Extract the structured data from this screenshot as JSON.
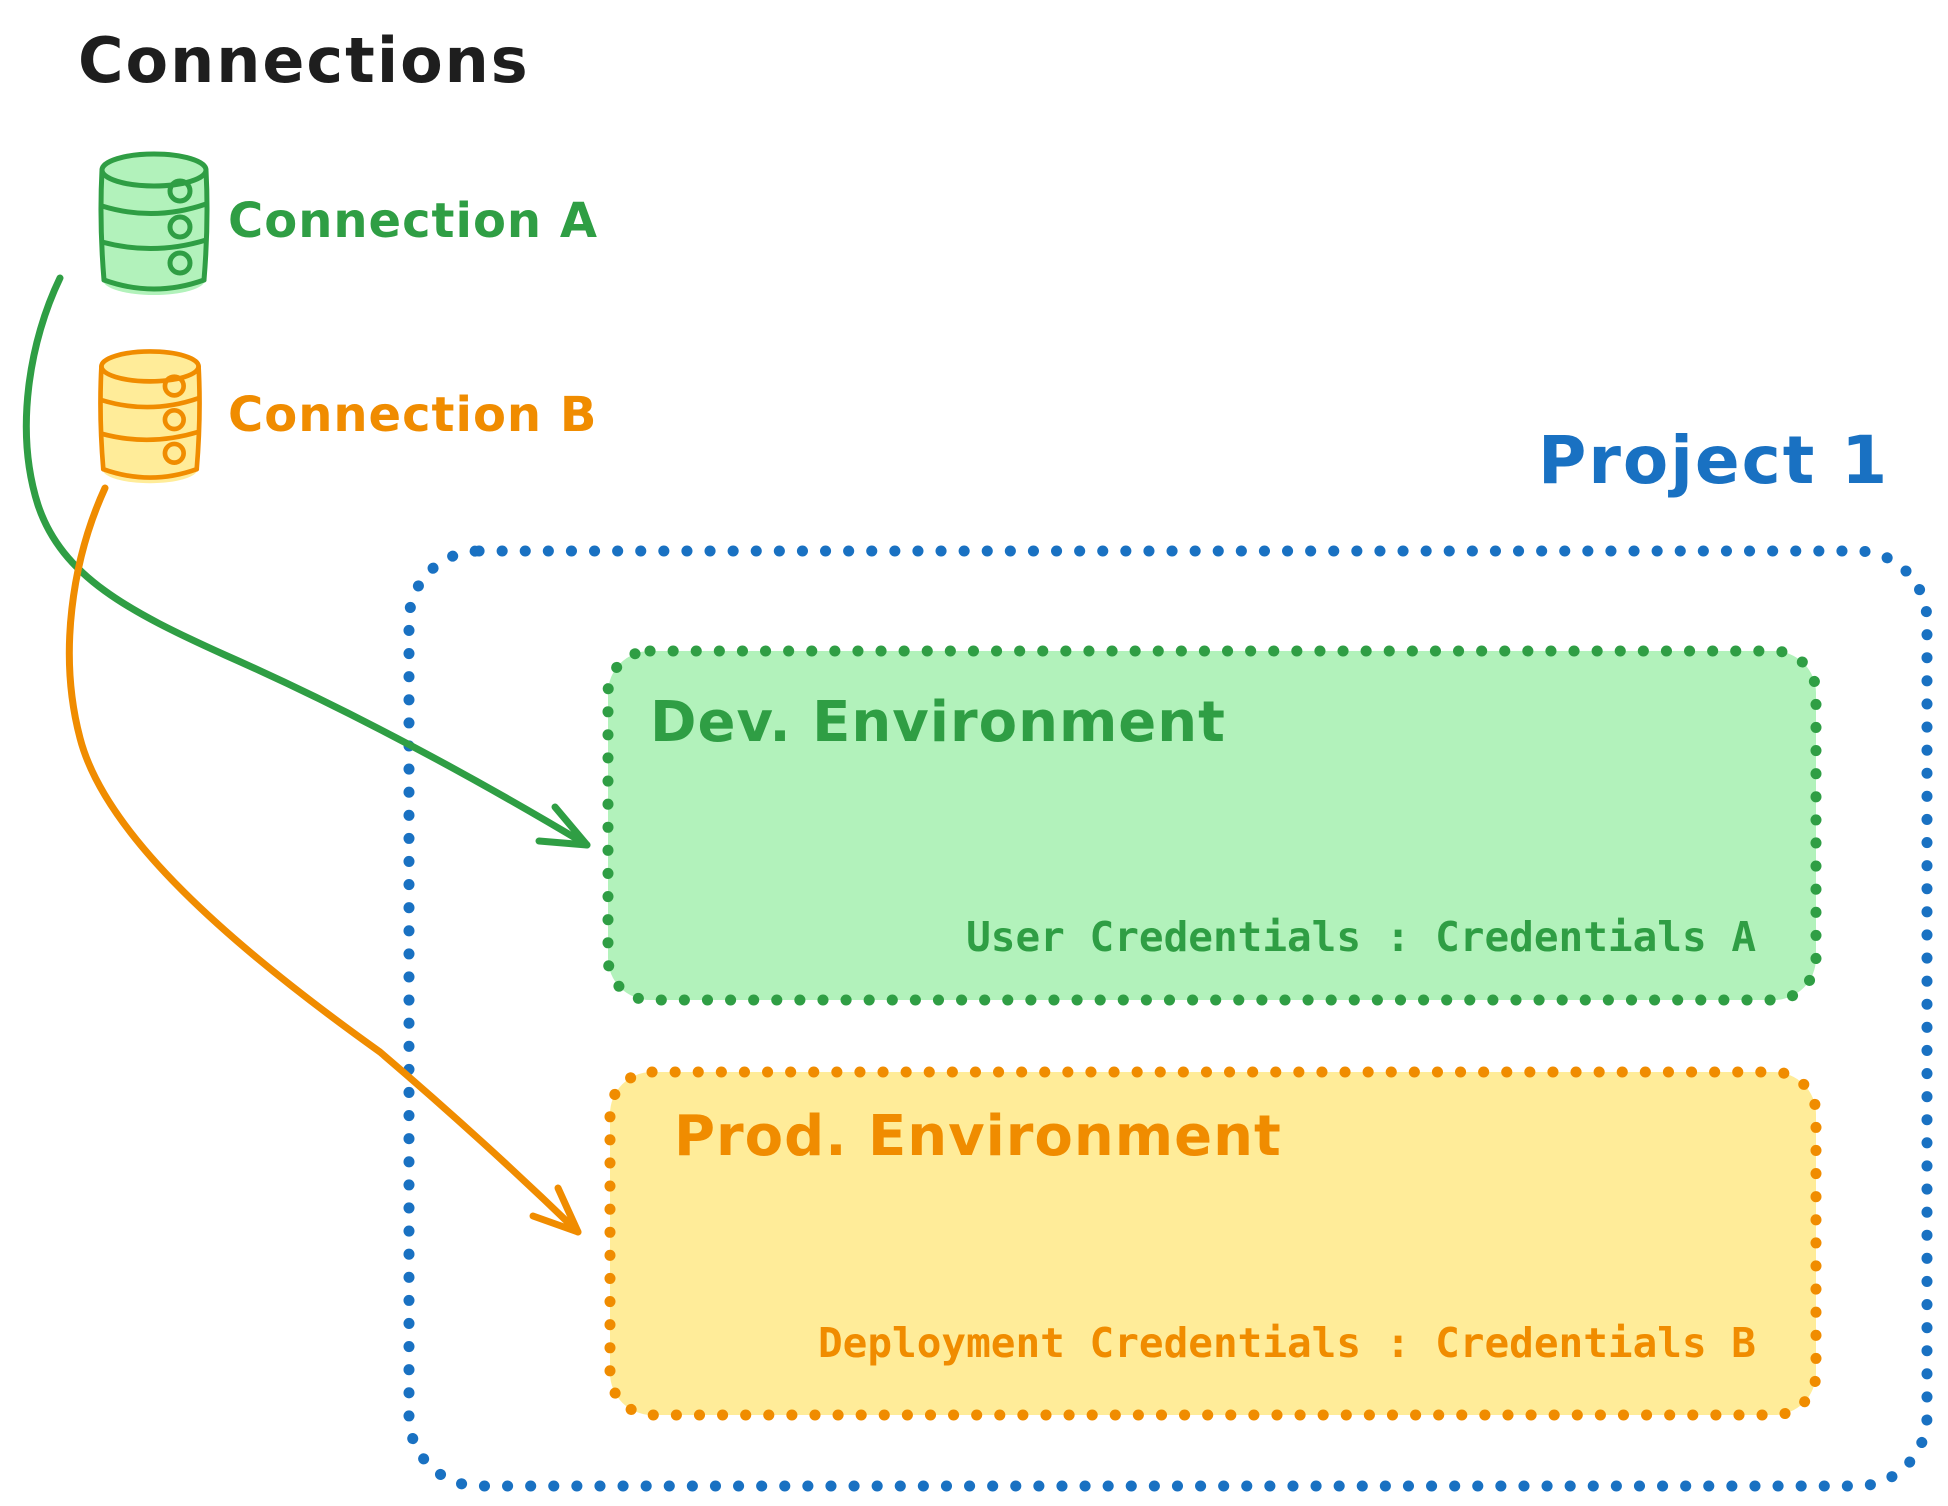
{
  "title": "Connections",
  "colors": {
    "ink": "#1e1e1e",
    "blue": "#1971c2",
    "green": "#2f9e44",
    "green_fill": "#b2f2bb",
    "orange": "#f08c00",
    "orange_fill": "#ffec99"
  },
  "connections": [
    {
      "id": "a",
      "icon": "database-icon",
      "label": "Connection A"
    },
    {
      "id": "b",
      "icon": "database-icon",
      "label": "Connection B"
    }
  ],
  "project": {
    "title": "Project 1",
    "environments": [
      {
        "title": "Dev. Environment",
        "credentials_label": "User Credentials",
        "credentials_value": "Credentials A",
        "credentials_text": "User Credentials : Credentials A"
      },
      {
        "title": "Prod. Environment",
        "credentials_label": "Deployment Credentials",
        "credentials_value": "Credentials B",
        "credentials_text": "Deployment Credentials : Credentials B"
      }
    ]
  }
}
